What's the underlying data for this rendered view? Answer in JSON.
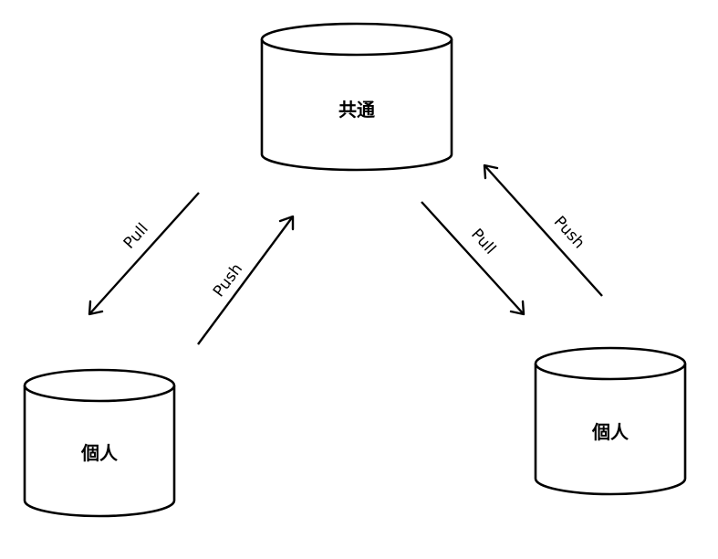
{
  "diagram": {
    "nodes": [
      {
        "id": "shared",
        "label": "共通",
        "icon": "database-cylinder-icon"
      },
      {
        "id": "personal-left",
        "label": "個人",
        "icon": "database-cylinder-icon"
      },
      {
        "id": "personal-right",
        "label": "個人",
        "icon": "database-cylinder-icon"
      }
    ],
    "edges": [
      {
        "from": "shared",
        "to": "personal-left",
        "label": "Pull"
      },
      {
        "from": "personal-left",
        "to": "shared",
        "label": "Push"
      },
      {
        "from": "shared",
        "to": "personal-right",
        "label": "Pull"
      },
      {
        "from": "personal-right",
        "to": "shared",
        "label": "Push"
      }
    ],
    "colors": {
      "stroke": "#000000",
      "fill": "#ffffff",
      "background": "#ffffff"
    }
  }
}
